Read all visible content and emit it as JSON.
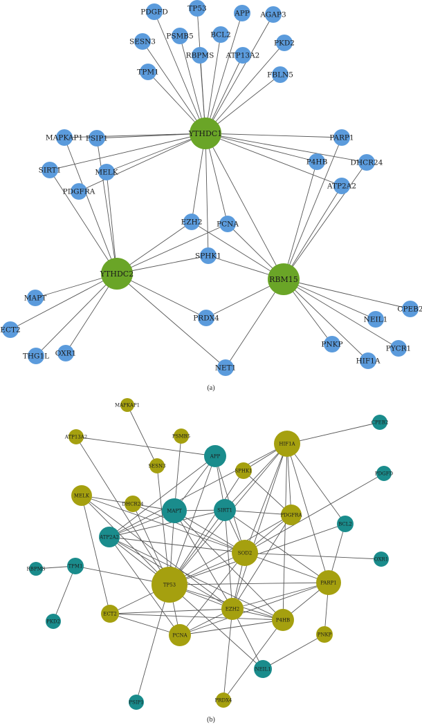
{
  "colors": {
    "hub_green": "#6aa527",
    "node_blue": "#5b9bdc",
    "node_teal": "#1a8c8c",
    "node_olive": "#a5a00f",
    "edge": "#555555"
  },
  "panel_a": {
    "caption": "(a)",
    "hubs": [
      "YTHDC1",
      "YTHDC2",
      "RBM15"
    ],
    "nodes": [
      "PDGFD",
      "TP53",
      "APP",
      "AGAP3",
      "SESN3",
      "PSMB5",
      "BCL2",
      "RBPMS",
      "ATP13A2",
      "PKD2",
      "TPM1",
      "FBLN5",
      "MAPKAP1",
      "PSIP1",
      "PARP1",
      "SIRT1",
      "MELK",
      "P4HB",
      "DHCR24",
      "PDGFRA",
      "ATP2A2",
      "EZH2",
      "PCNA",
      "SPHK1",
      "MAPT",
      "CPEB2",
      "NEIL1",
      "ECT2",
      "PRDX4",
      "PNKP",
      "PYCR1",
      "THG1L",
      "OXR1",
      "HIF1A",
      "NET1"
    ]
  },
  "panel_b": {
    "caption": "(b)",
    "nodes": [
      "MAPKAP1",
      "CPEB2",
      "ATP13A2",
      "PSMB5",
      "HIF1A",
      "APP",
      "SESN3",
      "SPHK1",
      "PDGFD",
      "MELK",
      "DHCR24",
      "MAPT",
      "SIRT1",
      "PDGFRA",
      "BCL2",
      "ATP2A2",
      "SOD2",
      "RBPMS",
      "TPM1",
      "OXR1",
      "TP53",
      "PARP1",
      "EZH2",
      "ECT2",
      "P4HB",
      "PKD2",
      "PCNA",
      "PNKP",
      "NEIL1",
      "PSIP1",
      "PRDX4"
    ]
  }
}
